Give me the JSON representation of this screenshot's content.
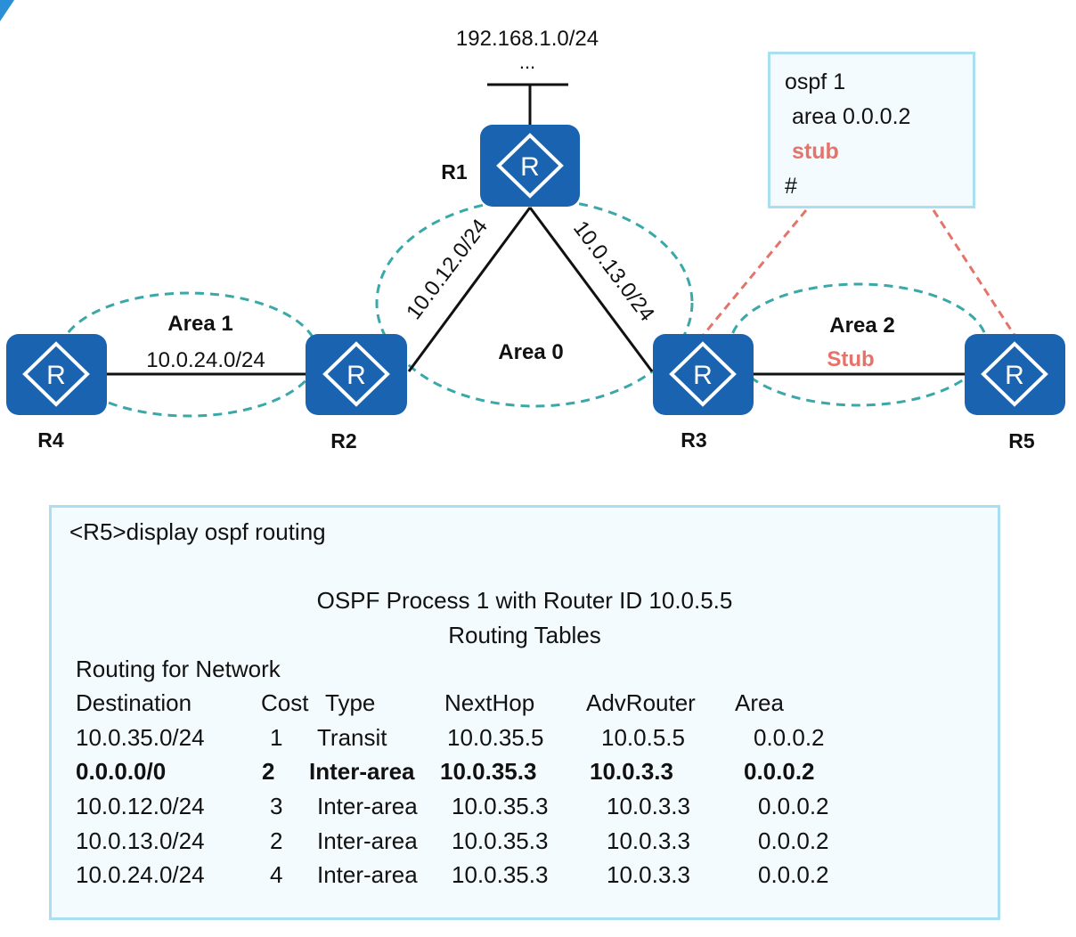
{
  "diagram": {
    "top_network": "192.168.1.0/24",
    "top_ellipsis": "...",
    "routers": {
      "r1": "R1",
      "r2": "R2",
      "r3": "R3",
      "r4": "R4",
      "r5": "R5"
    },
    "router_icon_glyph": "R",
    "areas": {
      "area0": "Area 0",
      "area1": "Area 1",
      "area2": "Area 2",
      "area2_type": "Stub"
    },
    "links": {
      "r1_r2": "10.0.12.0/24",
      "r1_r3": "10.0.13.0/24",
      "r2_r4": "10.0.24.0/24"
    },
    "colors": {
      "router": "#1a63b0",
      "area_boundary": "#3aa8a8",
      "stub": "#e5736a",
      "box_border": "#a9dff0"
    }
  },
  "config": {
    "line1": "ospf 1",
    "line2": "area 0.0.0.2",
    "line3": "stub",
    "line4": "#"
  },
  "terminal": {
    "command": "<R5>display ospf routing",
    "title1": "OSPF Process 1 with Router ID 10.0.5.5",
    "title2": "Routing Tables",
    "section": "Routing for Network",
    "headers": {
      "destination": "Destination",
      "cost": "Cost",
      "type": "Type",
      "nexthop": "NextHop",
      "advrouter": "AdvRouter",
      "area": "Area"
    },
    "rows": [
      {
        "destination": "10.0.35.0/24",
        "cost": "1",
        "type": "Transit",
        "nexthop": "10.0.35.5",
        "advrouter": "10.0.5.5",
        "area": "0.0.0.2"
      },
      {
        "destination": "0.0.0.0/0",
        "cost": "2",
        "type": "Inter-area",
        "nexthop": "10.0.35.3",
        "advrouter": "10.0.3.3",
        "area": "0.0.0.2"
      },
      {
        "destination": "10.0.12.0/24",
        "cost": "3",
        "type": "Inter-area",
        "nexthop": "10.0.35.3",
        "advrouter": "10.0.3.3",
        "area": "0.0.0.2"
      },
      {
        "destination": "10.0.13.0/24",
        "cost": "2",
        "type": "Inter-area",
        "nexthop": "10.0.35.3",
        "advrouter": "10.0.3.3",
        "area": "0.0.0.2"
      },
      {
        "destination": "10.0.24.0/24",
        "cost": "4",
        "type": "Inter-area",
        "nexthop": "10.0.35.3",
        "advrouter": "10.0.3.3",
        "area": "0.0.0.2"
      }
    ]
  }
}
